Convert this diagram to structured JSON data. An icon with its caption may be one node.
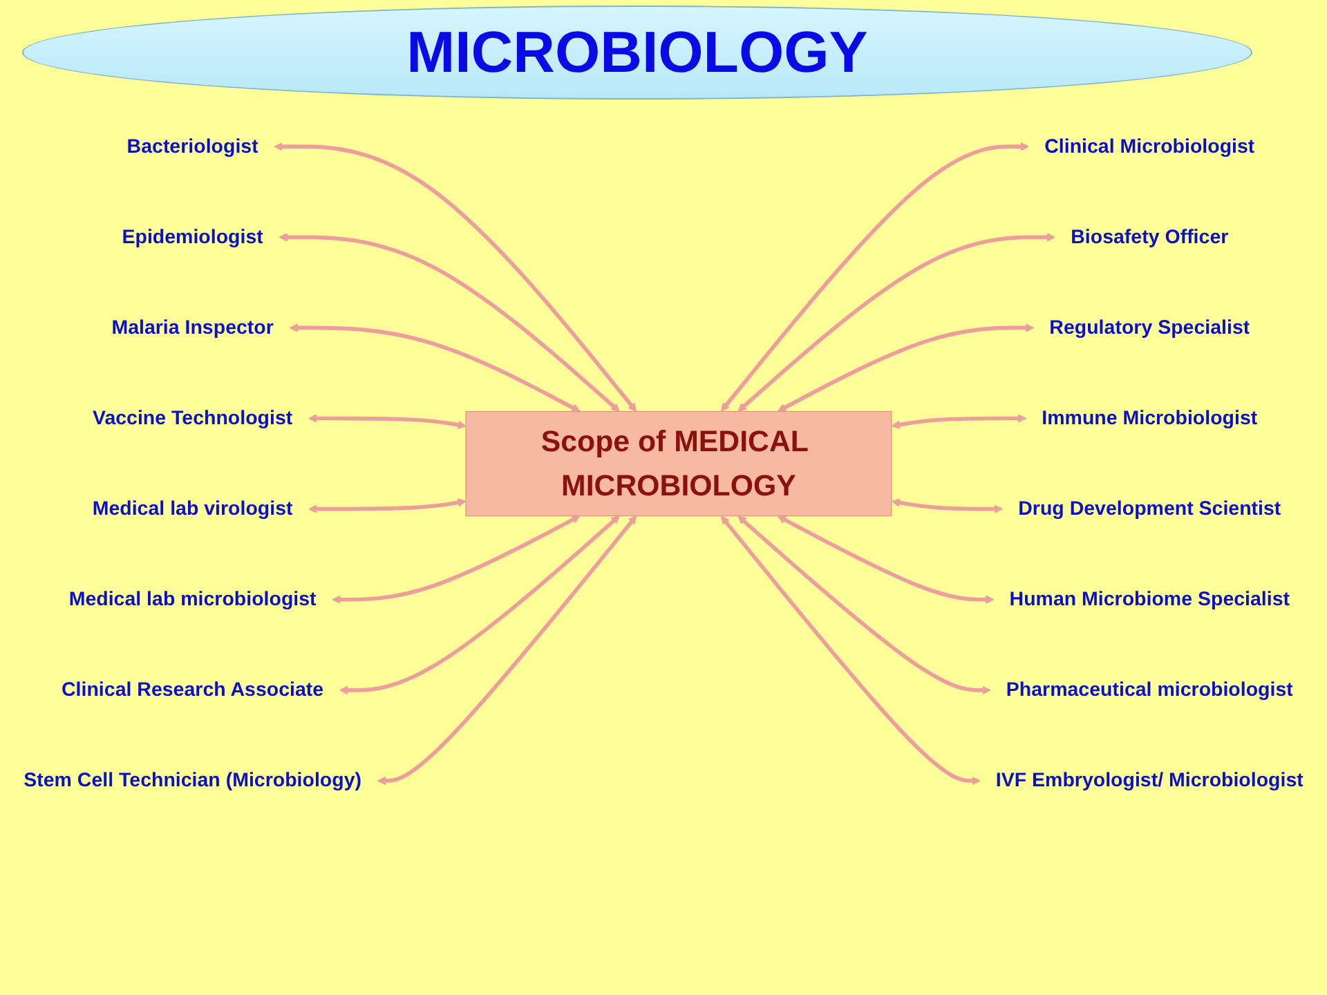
{
  "diagram": {
    "title": "MICROBIOLOGY",
    "nodes": [
      {
        "text": [
          "Scope of MEDICAL MICROBIOLOGY"
        ]
      },
      {
        "text": [
          "Bacteriologist"
        ]
      },
      {
        "text": [
          "Clinical Microbiologist"
        ]
      },
      {
        "text": [
          "Epidemiologist"
        ]
      },
      {
        "text": [
          "Biosafety Officer"
        ]
      },
      {
        "text": [
          "Malaria Inspector"
        ]
      },
      {
        "text": [
          "Regulatory Specialist"
        ]
      },
      {
        "text": [
          "Vaccine Technologist"
        ]
      },
      {
        "text": [
          "Immune Microbiologist"
        ]
      },
      {
        "text": [
          "Medical lab virologist"
        ]
      },
      {
        "text": [
          "Drug Development Scientist"
        ]
      },
      {
        "text": [
          "Medical lab microbiologist"
        ]
      },
      {
        "text": [
          "Human Microbiome Specialist"
        ]
      },
      {
        "text": [
          "Clinical Research Associate"
        ]
      },
      {
        "text": [
          "Pharmaceutical microbiologist"
        ]
      },
      {
        "text": [
          "Stem Cell Technician (Microbiology)"
        ]
      },
      {
        "text": [
          "IVF Embryologist/ Microbiologist"
        ]
      }
    ],
    "edges": [
      {
        "from": 1,
        "to": 0,
        "arrow": "both"
      },
      {
        "from": 0,
        "to": 2,
        "arrow": "both"
      },
      {
        "from": 3,
        "to": 0,
        "arrow": "both"
      },
      {
        "from": 0,
        "to": 4,
        "arrow": "both"
      },
      {
        "from": 5,
        "to": 0,
        "arrow": "both"
      },
      {
        "from": 0,
        "to": 6,
        "arrow": "both"
      },
      {
        "from": 7,
        "to": 0,
        "arrow": "both"
      },
      {
        "from": 0,
        "to": 8,
        "arrow": "both"
      },
      {
        "from": 9,
        "to": 0,
        "arrow": "both"
      },
      {
        "from": 0,
        "to": 10,
        "arrow": "both"
      },
      {
        "from": 11,
        "to": 0,
        "arrow": "both"
      },
      {
        "from": 0,
        "to": 12,
        "arrow": "both"
      },
      {
        "from": 13,
        "to": 0,
        "arrow": "both"
      },
      {
        "from": 0,
        "to": 14,
        "arrow": "both"
      },
      {
        "from": 15,
        "to": 0,
        "arrow": "both"
      },
      {
        "from": 0,
        "to": 16,
        "arrow": "both"
      }
    ]
  }
}
